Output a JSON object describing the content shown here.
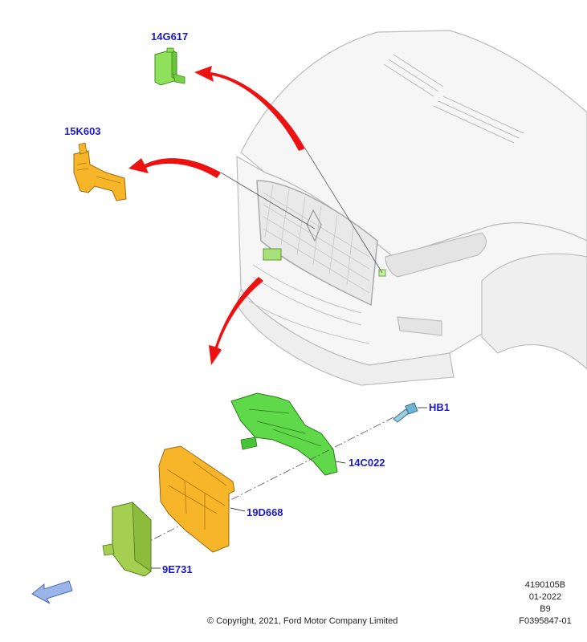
{
  "colors": {
    "label": "#1a1acc",
    "arrow": "#ee1111",
    "green_part": "#7be04a",
    "yellow_part": "#f7b52a",
    "bracket_green": "#5fd84a",
    "body_line": "#c8c8c8",
    "nav_arrow": "#9bb5e8"
  },
  "labels": {
    "part_14g617": "14G617",
    "part_15k603": "15K603",
    "part_hb1": "HB1",
    "part_14c022": "14C022",
    "part_19d668": "19D668",
    "part_9e731": "9E731"
  },
  "footer": {
    "copyright": "© Copyright, 2021, Ford Motor Company Limited",
    "doc_number": "4190105B",
    "date": "01-2022",
    "revision": "B9",
    "figure_id": "F0395847-01"
  },
  "icons": {
    "nav": "back-arrow-icon"
  }
}
